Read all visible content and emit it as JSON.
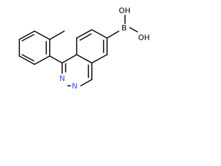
{
  "molecule": {
    "atoms": {
      "boron": "B",
      "hydroxyl_top": "OH",
      "hydroxyl_right": "OH",
      "nitrogen_upper": "N",
      "nitrogen_lower": "N"
    },
    "colors": {
      "bond": "#000000",
      "heteroatom_nitrogen": "#3050f8",
      "text": "#000000"
    }
  }
}
